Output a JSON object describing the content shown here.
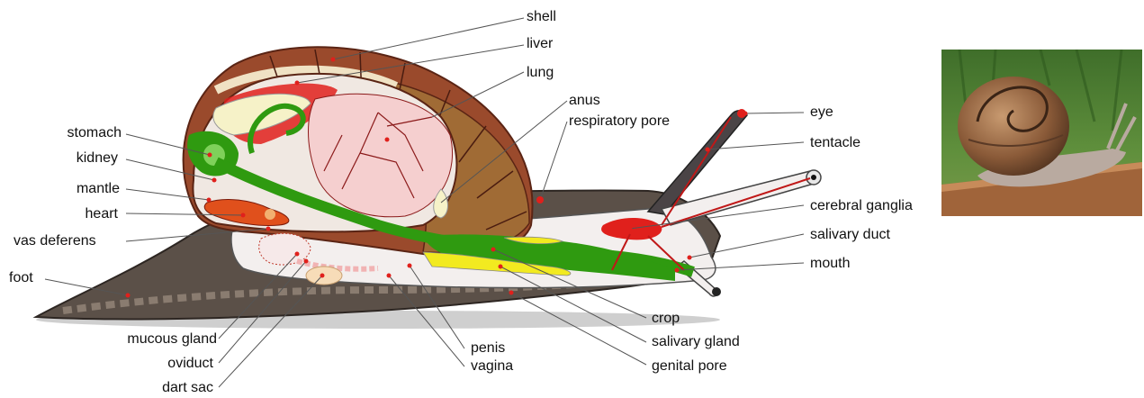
{
  "diagram": {
    "labels_left": {
      "stomach": "stomach",
      "kidney": "kidney",
      "mantle": "mantle",
      "heart": "heart",
      "vas_deferens": "vas deferens",
      "foot": "foot"
    },
    "labels_top": {
      "shell": "shell",
      "liver": "liver",
      "lung": "lung",
      "anus": "anus",
      "respiratory_pore": "respiratory pore"
    },
    "labels_right": {
      "eye": "eye",
      "tentacle": "tentacle",
      "cerebral_ganglia": "cerebral ganglia",
      "salivary_duct": "salivary duct",
      "mouth": "mouth"
    },
    "labels_bottom": {
      "mucous_gland": "mucous gland",
      "oviduct": "oviduct",
      "dart_sac": "dart sac",
      "penis": "penis",
      "vagina": "vagina",
      "crop": "crop",
      "salivary_gland": "salivary gland",
      "genital_pore": "genital pore"
    }
  },
  "colors": {
    "foot": "#5b5048",
    "body": "#f3efee",
    "shell": "#9a4a2c",
    "shell_dark": "#6e2a1a",
    "digestive_green": "#2f9a10",
    "organ_red": "#e0201c",
    "lung_pink": "#f5cfcf",
    "yellow": "#f2ea20",
    "tentacle": "#4a4446"
  }
}
